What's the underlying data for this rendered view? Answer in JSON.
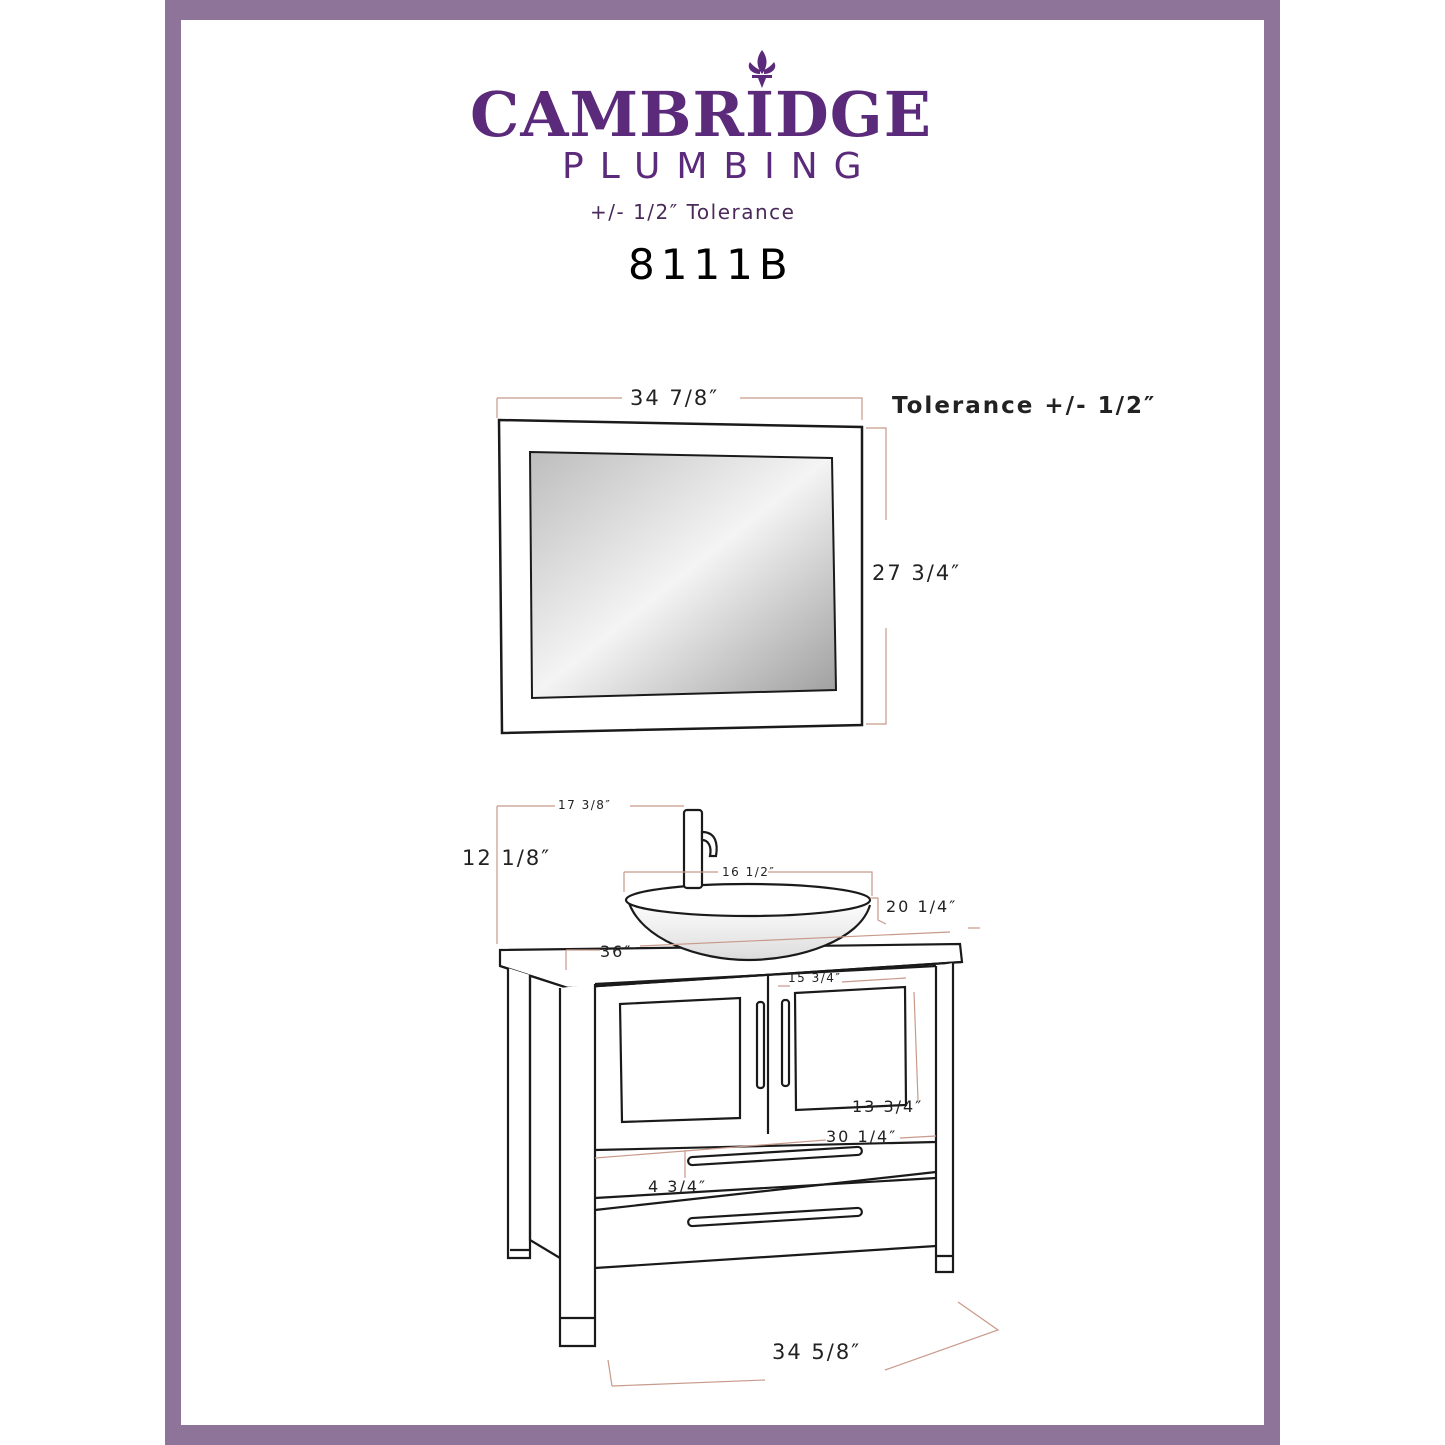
{
  "brand": {
    "name": "CAMBRIDGE",
    "sub": "PLUMBING"
  },
  "header": {
    "tolerance": "+/- 1/2″ Tolerance",
    "model": "8111B",
    "tolerance_right": "Tolerance +/- 1/2″"
  },
  "mirror": {
    "width": "34 7/8″",
    "height": "27 3/4″"
  },
  "vanity": {
    "faucet_height": "17 3/8″",
    "sink_height": "12 1/8″",
    "sink_diameter": "16 1/2″",
    "depth": "20 1/4″",
    "top_width": "36″",
    "door_width": "15 3/4″",
    "door_height": "13 3/4″",
    "inner_width": "30 1/4″",
    "drawer_height": "4 3/4″",
    "base_width": "34 5/8″"
  },
  "colors": {
    "frame": "#8f7499",
    "brand": "#5b2a7a",
    "dimension_line": "#c89a8a"
  }
}
